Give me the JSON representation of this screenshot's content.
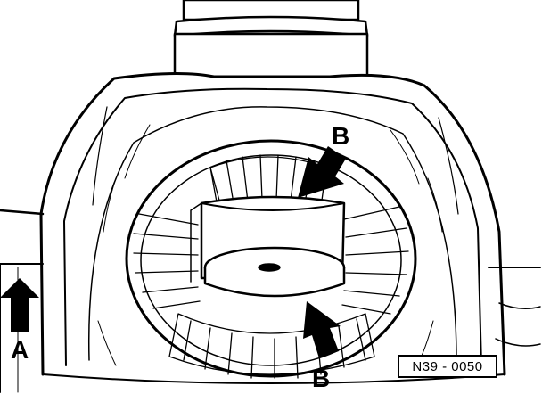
{
  "diagram": {
    "callouts": {
      "a": "A",
      "b_top": "B",
      "b_bottom": "B"
    },
    "reference_code": "N39 - 0050"
  }
}
